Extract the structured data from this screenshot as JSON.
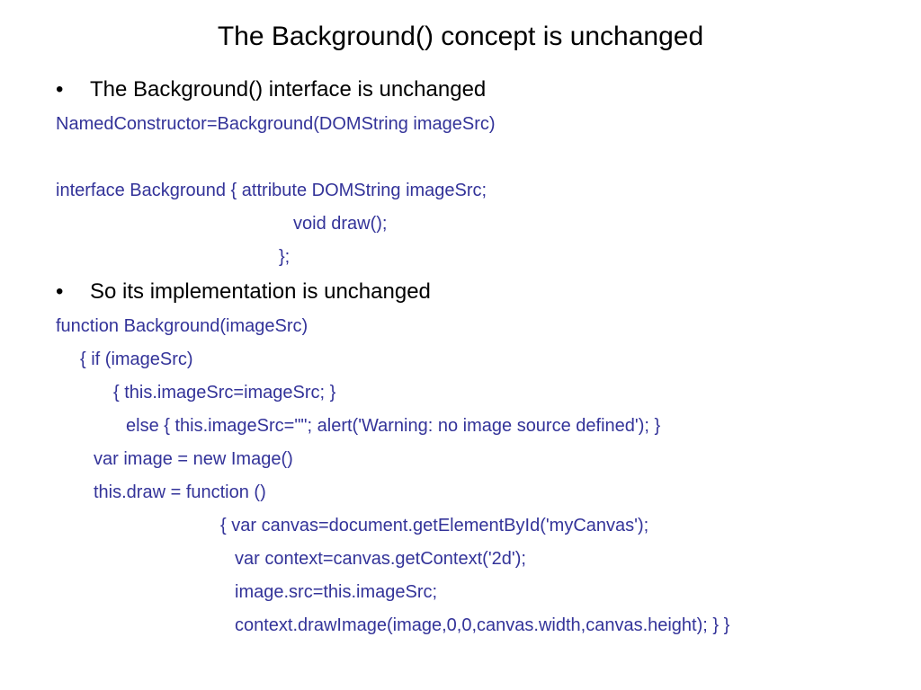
{
  "slide": {
    "title": "The Background() concept is unchanged",
    "bullet_char": "•",
    "bullets": [
      {
        "text": "The Background() interface is unchanged",
        "code": [
          "NamedConstructor=Background(DOMString imageSrc)",
          "interface Background { attribute DOMString imageSrc;",
          "void draw();",
          "};"
        ]
      },
      {
        "text": "So its implementation is unchanged",
        "code": [
          "function Background(imageSrc)",
          "{ if (imageSrc)",
          "{ this.imageSrc=imageSrc; }",
          "else { this.imageSrc=\"\";   alert('Warning: no image source defined'); }",
          "var image = new Image()",
          "this.draw = function ()",
          "{ var canvas=document.getElementById('myCanvas');",
          "var context=canvas.getContext('2d');",
          "image.src=this.imageSrc;",
          "context.drawImage(image,0,0,canvas.width,canvas.height);  } }"
        ]
      }
    ]
  },
  "colors": {
    "title": "#000000",
    "bullet_text": "#000000",
    "code_text": "#333399",
    "background": "#ffffff"
  }
}
